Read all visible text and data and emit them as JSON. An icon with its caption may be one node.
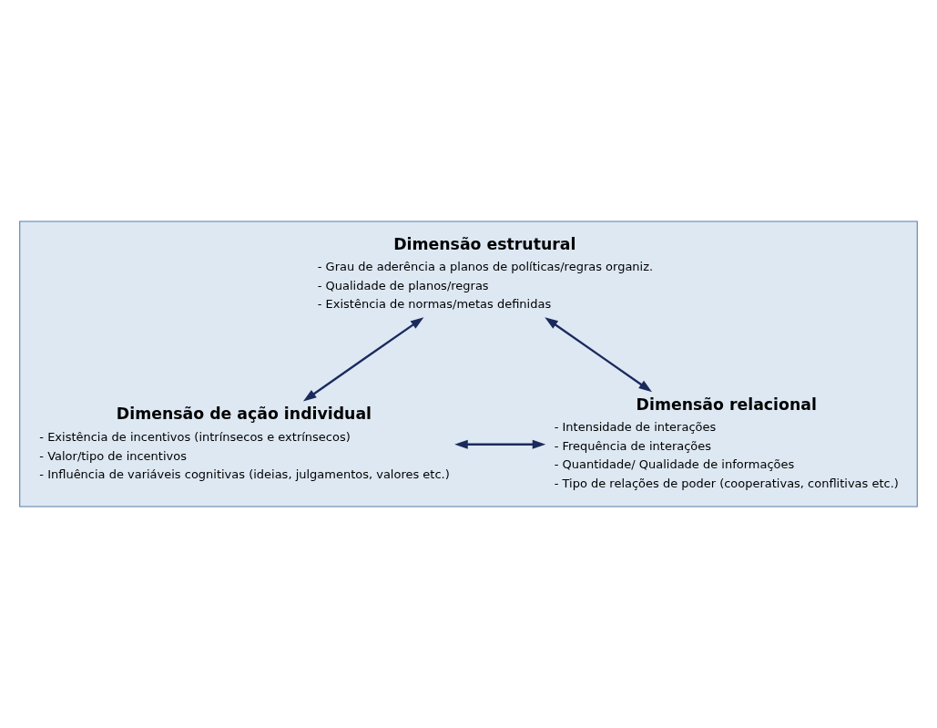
{
  "diagram": {
    "nodes": [
      {
        "text": [],
        "shape": "triangle"
      },
      {
        "text": [
          "Dimensão estrutural",
          "- Grau de aderência a planos de políticas/regras organiz.",
          "- Qualidade de planos/regras",
          "- Existência de normas/metas definidas"
        ],
        "in": 0
      },
      {
        "text": [
          "Dimensão de ação individual",
          "- Existência de incentivos (intrínsecos e extrínsecos)",
          "- Valor/tipo de incentivos",
          "- Influência de variáveis cognitivas (ideias, julgamentos, valores etc.)"
        ],
        "in": 0
      },
      {
        "text": [
          "Dimensão relacional",
          "- Intensidade de interações",
          "- Frequência de interações",
          "- Quantidade/ Qualidade de informações",
          "- Tipo de relações de poder (cooperativas, conflitivas etc.)"
        ],
        "in": 0
      }
    ],
    "edges": [
      {
        "from": 1,
        "to": 2,
        "arrow": "both"
      },
      {
        "from": 1,
        "to": 3,
        "arrow": "both"
      },
      {
        "from": 2,
        "to": 3,
        "arrow": "both"
      }
    ]
  }
}
